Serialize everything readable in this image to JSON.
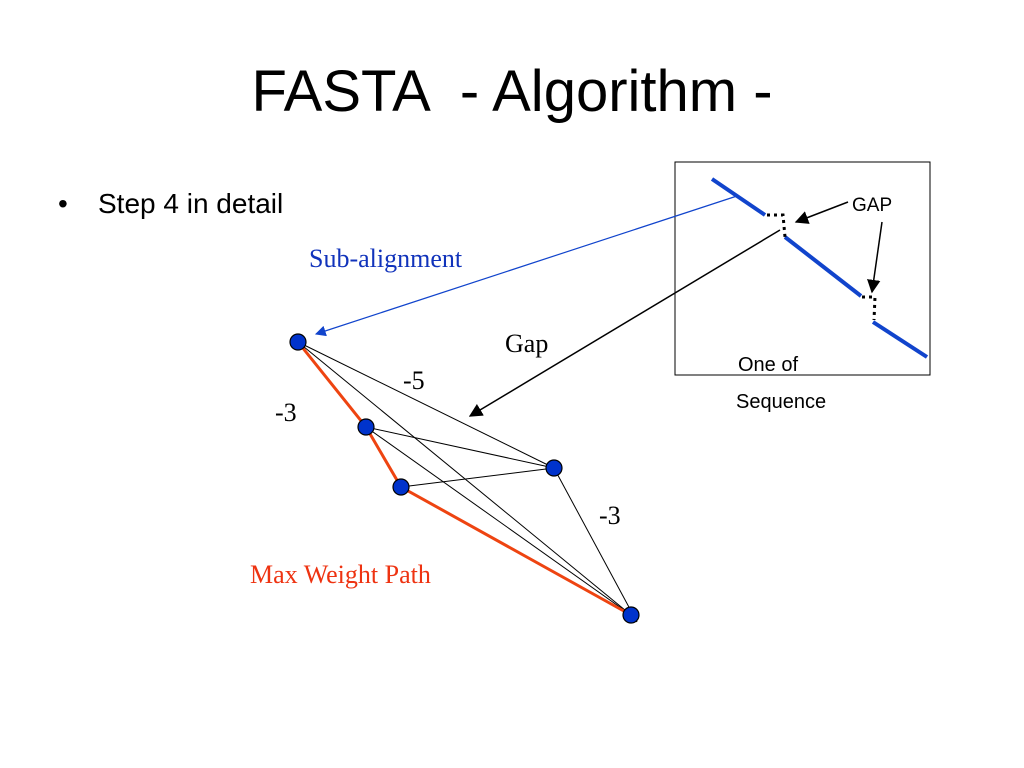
{
  "slide": {
    "title": "FASTA  - Algorithm -",
    "bullet_marker": "•",
    "bullet_text": "Step 4 in detail"
  },
  "diagram": {
    "labels": {
      "sub_alignment": "Sub-alignment",
      "gap": "Gap",
      "gap_inset": "GAP",
      "inset_caption_line1": "One of",
      "inset_caption_line2": "Sequence",
      "max_weight_path": "Max Weight Path",
      "score_top_left": "-3",
      "score_top_mid": "-5",
      "score_right": "-3"
    },
    "colors": {
      "node_fill": "#0033cc",
      "max_path": "#ee4411",
      "sub_alignment_text": "#1133bb",
      "sub_alignment_arrow": "#1144cc",
      "inset_segment": "#1144cc",
      "max_path_text": "#ee3311"
    }
  }
}
